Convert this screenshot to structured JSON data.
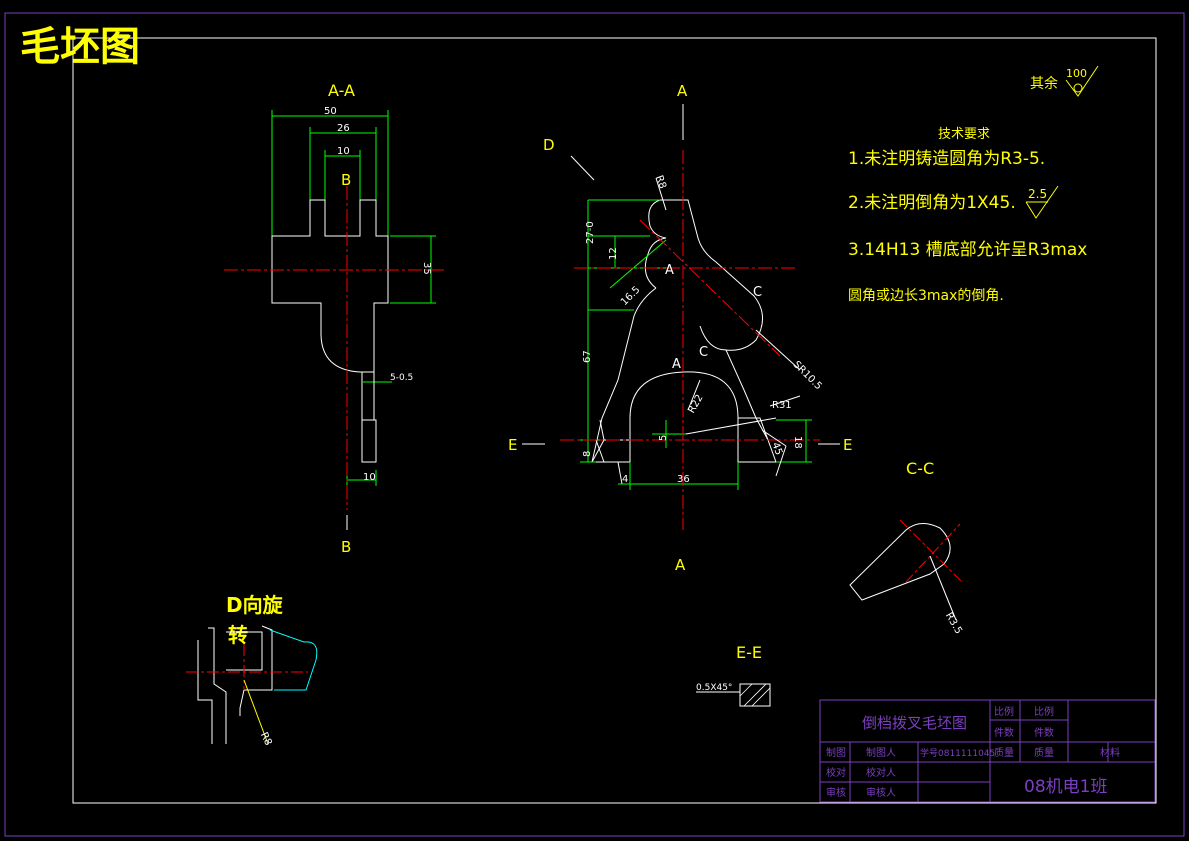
{
  "sheet_title": "毛坯图",
  "views": {
    "aa_label": "A-A",
    "b_top": "B",
    "b_bottom": "B",
    "main_a_top": "A",
    "main_a_bottom": "A",
    "e_left": "E",
    "e_right": "E",
    "d_arrow": "D",
    "cc_label": "C-C",
    "ee_label": "E-E",
    "d_rot_line1": "D向旋",
    "d_rot_line2": "转"
  },
  "dims": {
    "aa_50": "50",
    "aa_26": "26",
    "aa_10": "10",
    "aa_35": "35",
    "aa_5": "5-0.5",
    "aa_10b": "10",
    "m_27": "27-0",
    "m_12": "12",
    "m_165": "16.5",
    "m_67": "67",
    "m_8": "8",
    "m_4": "4",
    "m_36": "36",
    "m_5": "5",
    "m_18": "18",
    "m_r8": "R8",
    "m_r22": "R22",
    "m_r31": "R31",
    "m_sr10": "SR10.5",
    "m_45": "45",
    "m_c1": "C",
    "m_c2": "C",
    "m_a_mid": "A",
    "m_a_mid2": "A",
    "cc_r35": "R3.5",
    "ee_chamfer": "0.5X45°",
    "d_r8": "R8"
  },
  "tech": {
    "heading": "技术要求",
    "line1": "1.未注明铸造圆角为R3-5.",
    "line2": "2.未注明倒角为1X45.",
    "roughness_25": "2.5",
    "line3": "3.14H13 槽底部允许呈R3max",
    "line4": "圆角或边长3max的倒角.",
    "rest_label": "其余",
    "rest_value": "100"
  },
  "title_block": {
    "part_name": "倒档拨叉毛坯图",
    "ratio_label": "比例",
    "ratio_label2": "比例",
    "count_label": "件数",
    "count_label2": "件数",
    "draw_label": "制图",
    "draw_name": "制图人",
    "student_no": "学号0811111045",
    "weight_label": "质量",
    "weight_label2": "质量",
    "material_label": "材料",
    "check_label": "校对",
    "check_name": "校对人",
    "review_label": "审核",
    "review_name": "审核人",
    "class_name": "08机电1班"
  },
  "colors": {
    "background": "#000000",
    "outline": "#ffffff",
    "center": "#ff0000",
    "dimension": "#00ff00",
    "text": "#ffff00",
    "title_block": "#7b3fc0",
    "cyan": "#00ffff"
  }
}
